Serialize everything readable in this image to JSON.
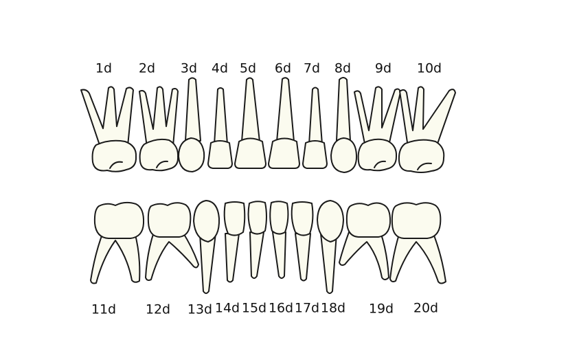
{
  "upper_labels": [
    "1d",
    "2d",
    "3d",
    "4d",
    "5d",
    "6d",
    "7d",
    "8d",
    "9d",
    "10d"
  ],
  "lower_labels": [
    "11d",
    "12d",
    "13d",
    "14d",
    "15d",
    "16d",
    "17d",
    "18d",
    "19d",
    "20d"
  ],
  "colors": {
    "tooth_fill": "#fbfbef",
    "outline": "#1a1a1a",
    "text": "#111111"
  }
}
